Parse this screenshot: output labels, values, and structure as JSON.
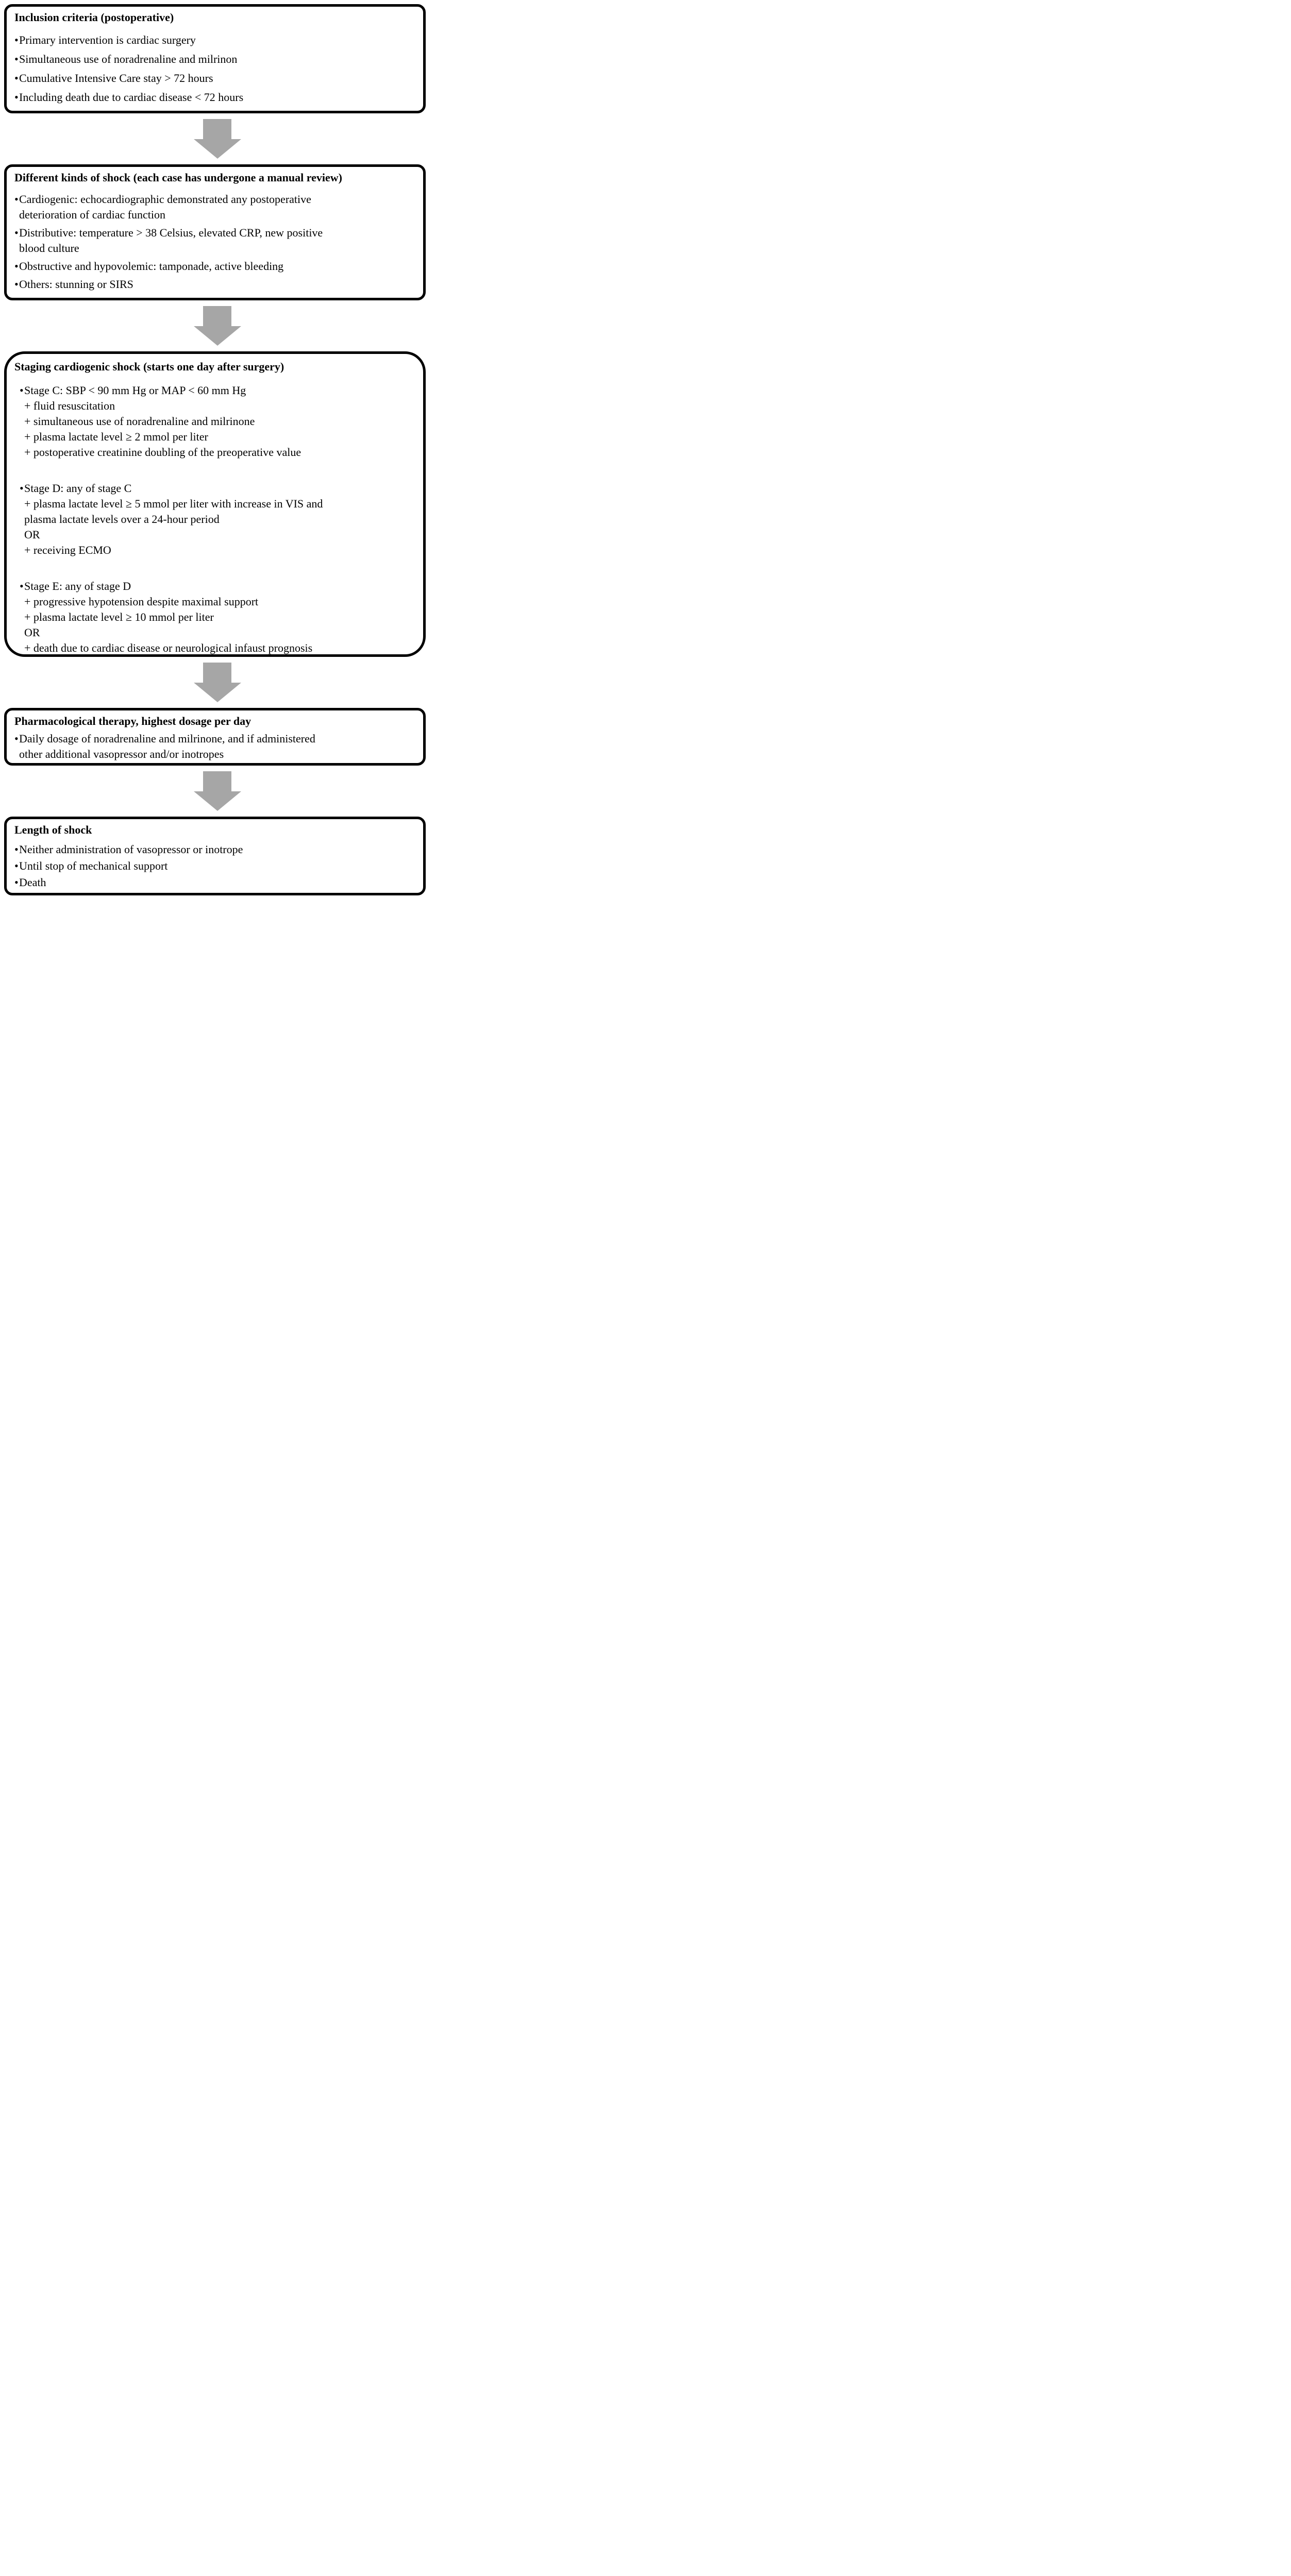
{
  "figure": {
    "background": "#ffffff",
    "text_color": "#000000",
    "arrow_color": "#a6a6a6",
    "bullet_glyph": "•"
  },
  "boxes": [
    {
      "id": "inclusion-criteria",
      "title": "Inclusion criteria (postoperative)",
      "items": [
        {
          "marker": "•",
          "lines": [
            "Primary intervention is cardiac surgery"
          ]
        },
        {
          "marker": "•",
          "lines": [
            "Simultaneous use of noradrenaline and milrinon"
          ]
        },
        {
          "marker": "•",
          "lines": [
            "Cumulative Intensive Care stay > 72 hours"
          ]
        },
        {
          "marker": "•",
          "lines": [
            "Including death due to cardiac disease < 72 hours"
          ]
        }
      ]
    },
    {
      "id": "kinds-of-shock",
      "title": "Different kinds of shock (each case has undergone a manual review)",
      "items": [
        {
          "marker": "•",
          "lines": [
            "Cardiogenic: echocardiographic demonstrated any postoperative",
            "deterioration of cardiac function"
          ]
        },
        {
          "marker": "•",
          "lines": [
            "Distributive: temperature > 38 Celsius, elevated CRP, new positive",
            "blood culture"
          ]
        },
        {
          "marker": "•",
          "lines": [
            "Obstructive and hypovolemic: tamponade, active bleeding"
          ]
        },
        {
          "marker": "•",
          "lines": [
            "Others: stunning or SIRS"
          ]
        }
      ]
    },
    {
      "id": "staging-cardiogenic-shock",
      "title": "Staging cardiogenic shock (starts one day after surgery)",
      "items": [
        {
          "marker": "•",
          "lines": [
            "Stage C: SBP < 90 mm Hg or MAP < 60 mm Hg"
          ]
        },
        {
          "marker": "",
          "lines": [
            "+ fluid resuscitation"
          ]
        },
        {
          "marker": "",
          "lines": [
            "+ simultaneous use of noradrenaline and milrinone"
          ]
        },
        {
          "marker": "",
          "lines": [
            "+ plasma lactate level ≥ 2 mmol per liter"
          ]
        },
        {
          "marker": "",
          "lines": [
            "+ postoperative creatinine doubling of the preoperative value"
          ]
        },
        {
          "marker": "•",
          "lines": [
            "Stage D: any of stage C"
          ]
        },
        {
          "marker": "",
          "lines": [
            "+ plasma lactate level ≥ 5 mmol per liter with increase in VIS and",
            "plasma lactate levels over a 24-hour period"
          ]
        },
        {
          "marker": "",
          "lines": [
            "OR"
          ]
        },
        {
          "marker": "",
          "lines": [
            "+ receiving ECMO"
          ]
        },
        {
          "marker": "•",
          "lines": [
            "Stage E: any of stage D"
          ]
        },
        {
          "marker": "",
          "lines": [
            "+ progressive hypotension despite maximal support"
          ]
        },
        {
          "marker": "",
          "lines": [
            "+ plasma lactate level ≥ 10 mmol per liter"
          ]
        },
        {
          "marker": "",
          "lines": [
            "OR"
          ]
        },
        {
          "marker": "",
          "lines": [
            "+ death due to cardiac disease or neurological infaust prognosis"
          ]
        }
      ]
    },
    {
      "id": "pharmacological-therapy",
      "title": "Pharmacological therapy, highest dosage per day",
      "items": [
        {
          "marker": "•",
          "lines": [
            "Daily dosage of noradrenaline and milrinone, and if administered",
            "other additional vasopressor and/or inotropes"
          ]
        }
      ]
    },
    {
      "id": "length-of-shock",
      "title": "Length of shock",
      "items": [
        {
          "marker": "•",
          "lines": [
            "Neither administration of vasopressor or inotrope"
          ]
        },
        {
          "marker": "•",
          "lines": [
            "Until stop of mechanical support"
          ]
        },
        {
          "marker": "•",
          "lines": [
            "Death"
          ]
        }
      ]
    }
  ]
}
